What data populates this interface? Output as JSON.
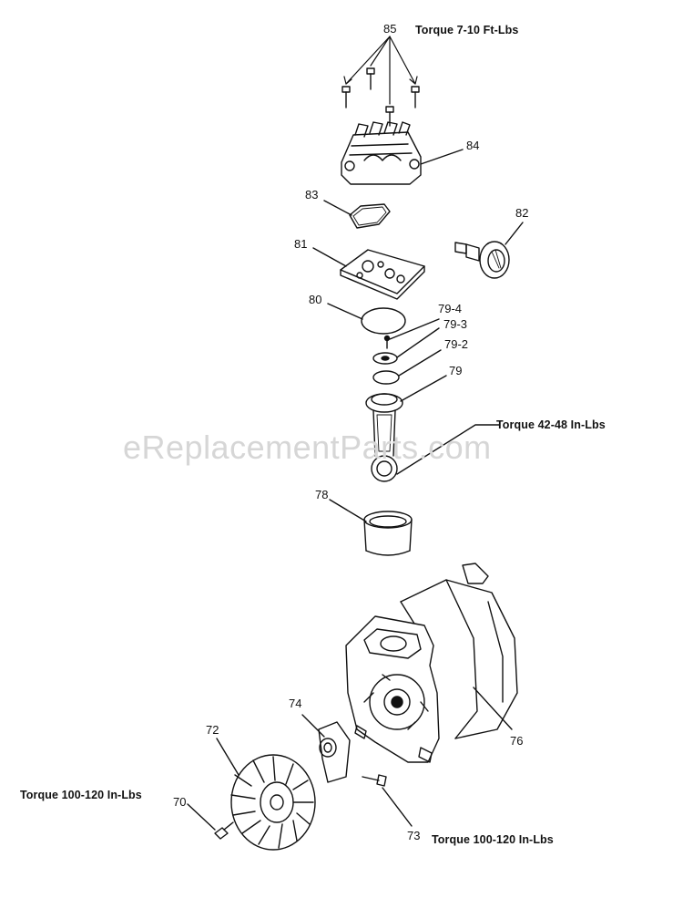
{
  "watermark": "eReplacementParts.com",
  "labels": {
    "p85": "85",
    "p84": "84",
    "p83": "83",
    "p82": "82",
    "p81": "81",
    "p80": "80",
    "p79_4": "79-4",
    "p79_3": "79-3",
    "p79_2": "79-2",
    "p79": "79",
    "p78": "78",
    "p76": "76",
    "p74": "74",
    "p72": "72",
    "p70": "70",
    "p73": "73"
  },
  "torques": {
    "head": "Torque 7-10 Ft-Lbs",
    "rod": "Torque 42-48 In-Lbs",
    "fan": "Torque 100-120 In-Lbs",
    "bolt": "Torque 100-120 In-Lbs"
  }
}
